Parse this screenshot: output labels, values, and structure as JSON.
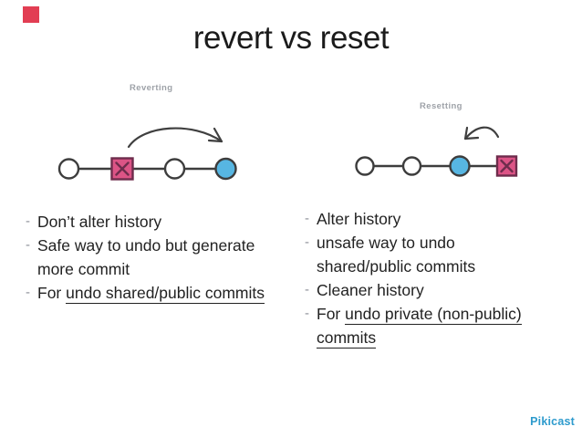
{
  "slide": {
    "title": "revert vs reset",
    "bullet_char": "-",
    "brand": "Pikicast"
  },
  "diagrams": {
    "left": {
      "label": "Reverting",
      "nodes": [
        "commit",
        "reverted-commit-x",
        "commit",
        "head-commit"
      ]
    },
    "right": {
      "label": "Resetting",
      "nodes": [
        "commit",
        "commit",
        "head-commit",
        "removed-commit-x"
      ]
    }
  },
  "lists": {
    "left": {
      "items": [
        {
          "text": "Don’t alter history"
        },
        {
          "text": "Safe way to undo but generate more commit"
        },
        {
          "prefix": "For ",
          "underlined": "undo shared/public commits"
        }
      ]
    },
    "right": {
      "items": [
        {
          "text": "Alter history"
        },
        {
          "text": "unsafe way to undo shared/public commits"
        },
        {
          "text": "Cleaner history"
        },
        {
          "prefix": "For ",
          "underlined": "undo private (non-public) commits"
        }
      ]
    }
  },
  "colors": {
    "accent_pink": "#dc5486",
    "accent_pink_dark": "#6e2c4c",
    "accent_blue": "#57b6e2",
    "brand_blue": "#2e9bcd",
    "marker_red": "#e23e53",
    "label_gray": "#9ea2a8",
    "stroke_dark": "#3d3d3d",
    "text": "#222222"
  }
}
